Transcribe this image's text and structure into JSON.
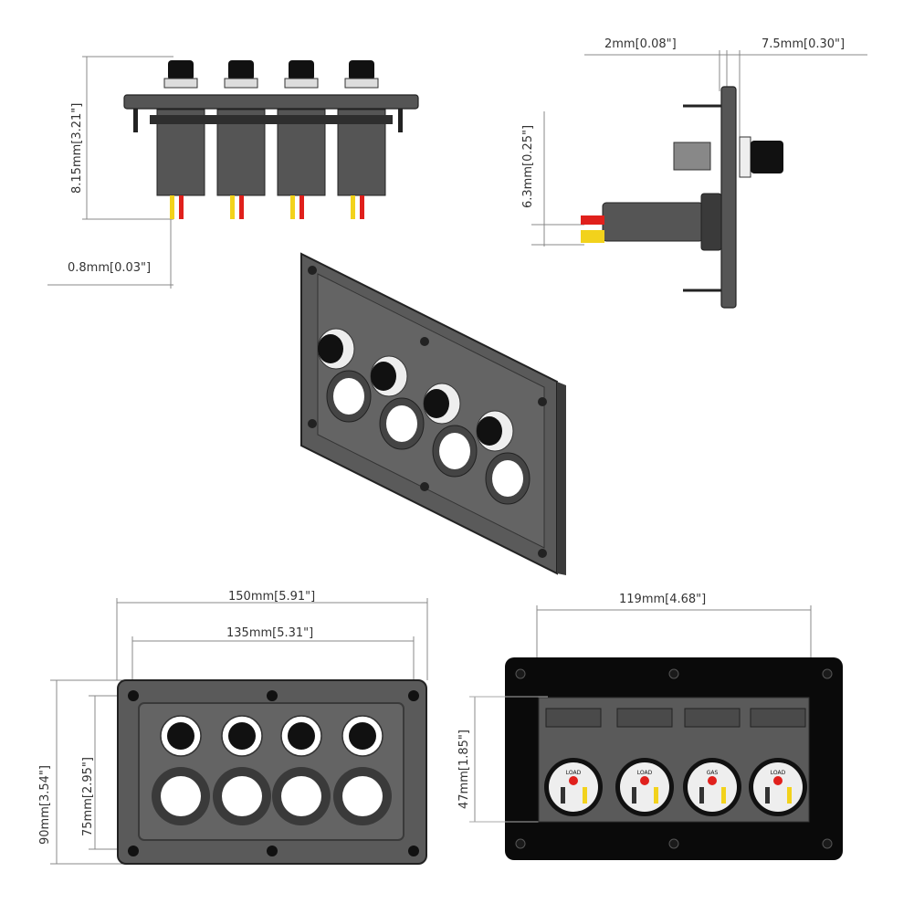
{
  "dimensions": {
    "top_view_height": "8.15mm[3.21\"]",
    "top_view_lead": "0.8mm[0.03\"]",
    "side_panel": "2mm[0.08\"]",
    "side_button": "7.5mm[0.30\"]",
    "side_terminal": "6.3mm[0.25\"]",
    "front_width": "150mm[5.91\"]",
    "front_hole_spacing": "135mm[5.31\"]",
    "front_height": "90mm[3.54\"]",
    "front_inner_height": "75mm[2.95\"]",
    "back_width": "119mm[4.68\"]",
    "back_height": "47mm[1.85\"]"
  },
  "back_labels": [
    "LOAD",
    "LOAD",
    "GAS",
    "LOAD"
  ],
  "colors": {
    "panel": "#5a5a5a",
    "panel_dark": "#3a3a3a",
    "button": "#111111",
    "wire_red": "#e0201c",
    "wire_yellow": "#f2d21c",
    "back_plate": "#0a0a0a",
    "dim_line": "#888888"
  }
}
